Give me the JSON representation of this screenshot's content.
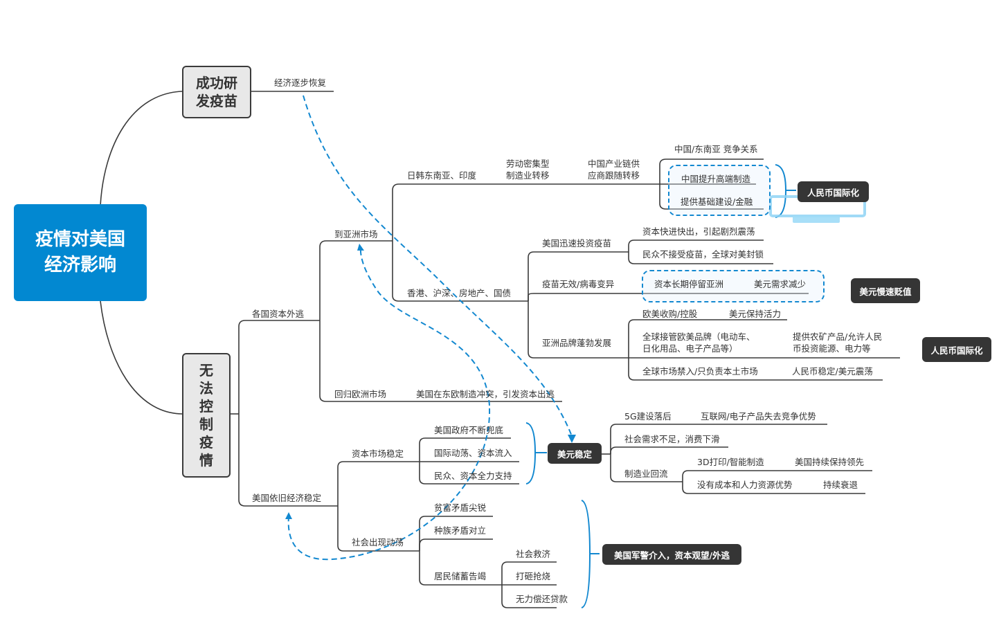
{
  "root": {
    "title": "疫情对美国经济影响"
  },
  "branches": {
    "vaccine": {
      "label": "成功研发疫苗",
      "children": [
        "经济逐步恢复"
      ]
    },
    "uncontrolled": {
      "label": "无法控制疫情",
      "capital_flight": {
        "label": "各国资本外逃",
        "to_asia": {
          "label": "到亚洲市场",
          "jk_sea_india": {
            "label": "日韩东南亚、印度",
            "labor": "劳动密集型制造业转移",
            "chain": "中国产业链供应商跟随转移",
            "items": [
              "中国/东南亚 竞争关系",
              "中国提升高端制造",
              "提供基础建设/金融"
            ]
          },
          "hk": {
            "label": "香港、沪深、房地产、国债",
            "us_vaccine": {
              "label": "美国迅速投资疫苗",
              "items": [
                "资本快进快出，引起剧烈震荡",
                "民众不接受疫苗，全球对美封锁"
              ]
            },
            "vaccine_fail": {
              "label": "疫苗无效/病毒变异",
              "items": [
                "资本长期停留亚洲",
                "美元需求减少"
              ]
            },
            "asian_brands": {
              "label": "亚洲品牌蓬勃发展",
              "rows": [
                [
                  "欧美收购/控股",
                  "美元保持活力"
                ],
                [
                  "全球接管欧美品牌（电动车、日化用品、电子产品等）",
                  "提供农矿产品/允许人民币投资能源、电力等"
                ],
                [
                  "全球市场禁入/只负责本土市场",
                  "人民币稳定/美元震荡"
                ]
              ]
            }
          }
        },
        "to_europe": {
          "label": "回归欧洲市场",
          "child": "美国在东欧制造冲突，引发资本出逃"
        }
      },
      "us_stable": {
        "label": "美国依旧经济稳定",
        "capital_market": {
          "label": "资本市场稳定",
          "items": [
            "美国政府不断兜底",
            "国际动荡、资本流入",
            "民众、资本全力支持"
          ]
        },
        "social_unrest": {
          "label": "社会出现动荡",
          "items": [
            "贫富矛盾尖锐",
            "种族矛盾对立"
          ],
          "savings": {
            "label": "居民储蓄告竭",
            "items": [
              "社会救济",
              "打砸抢烧",
              "无力偿还贷款"
            ]
          }
        }
      }
    }
  },
  "dollar_stable": {
    "label": "美元稳定",
    "rows": [
      [
        "5G建设落后",
        "互联网/电子产品失去竞争优势"
      ],
      [
        "社会需求不足，消费下滑"
      ]
    ],
    "manufacturing": {
      "label": "制造业回流",
      "rows": [
        [
          "3D打印/智能制造",
          "美国持续保持领先"
        ],
        [
          "没有成本和人力资源优势",
          "持续衰退"
        ]
      ]
    }
  },
  "summaries": {
    "rmb_intl_1": "人民币国际化",
    "usd_depreciation": "美元慢速贬值",
    "rmb_intl_2": "人民币国际化",
    "military": "美国军警介入，资本观望/外逃"
  },
  "colors": {
    "root": "#0288d1",
    "dashed": "#1288d0",
    "summary": "#353535",
    "line": "#3a3a3a"
  }
}
